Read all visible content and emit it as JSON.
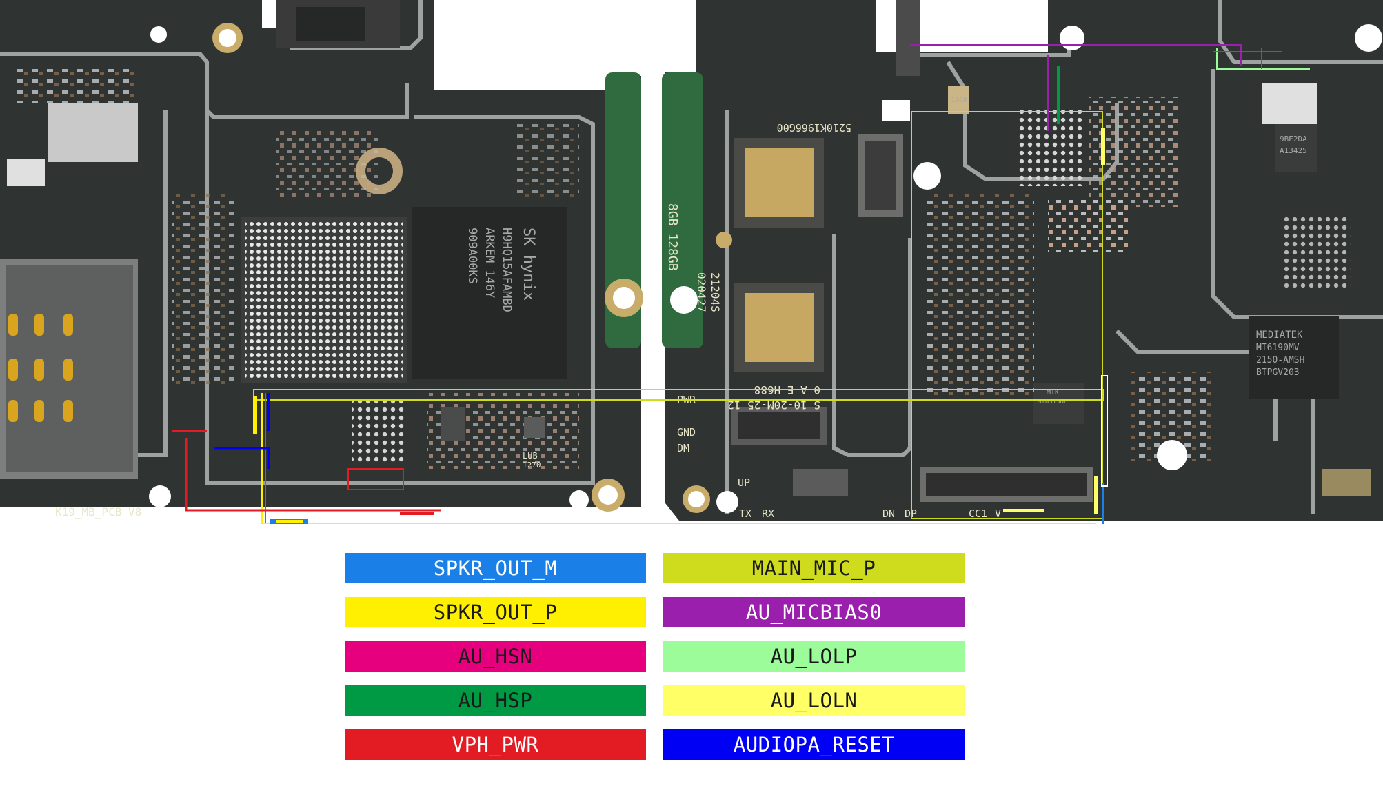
{
  "legend": {
    "items": [
      {
        "label": "SPKR_OUT_M",
        "color": "#1a7fe6",
        "text_color": "#ffffff",
        "col": 0,
        "row": 0
      },
      {
        "label": "SPKR_OUT_P",
        "color": "#ffef00",
        "text_color": "#1a1a1a",
        "col": 0,
        "row": 1
      },
      {
        "label": "AU_HSN",
        "color": "#e6007e",
        "text_color": "#1a1a1a",
        "col": 0,
        "row": 2
      },
      {
        "label": "AU_HSP",
        "color": "#009a44",
        "text_color": "#1a1a1a",
        "col": 0,
        "row": 3
      },
      {
        "label": "VPH_PWR",
        "color": "#e31b23",
        "text_color": "#ffffff",
        "col": 0,
        "row": 4
      },
      {
        "label": "MAIN_MIC_P",
        "color": "#cfdc1d",
        "text_color": "#1a1a1a",
        "col": 1,
        "row": 0
      },
      {
        "label": "AU_MICBIAS0",
        "color": "#9b1fad",
        "text_color": "#ffffff",
        "col": 1,
        "row": 1
      },
      {
        "label": "AU_LOLP",
        "color": "#9dfc9a",
        "text_color": "#1a1a1a",
        "col": 1,
        "row": 2
      },
      {
        "label": "AU_LOLN",
        "color": "#ffff66",
        "text_color": "#1a1a1a",
        "col": 1,
        "row": 3
      },
      {
        "label": "AUDIOPA_RESET",
        "color": "#0000f5",
        "text_color": "#ffffff",
        "col": 1,
        "row": 4
      }
    ]
  },
  "board": {
    "left_silkscreen": "K19_MB_PCB V8",
    "memory_brand": "SK hynix",
    "memory_part": "H9HQ15AFAMBD",
    "memory_line2": "ARKEM 146Y",
    "memory_line3": "909A00KS",
    "capacity_mark": "8GB 128GB",
    "date_code_1": "21204S",
    "date_code_2": "020427",
    "board_code": "5210K1966G00",
    "mirror_code_1": "0-A E H688",
    "mirror_code_2": "S 10-20M-25 12",
    "soc_brand": "MEDIATEK",
    "soc_part": "MT6190MV",
    "soc_line2": "2150-AMSH",
    "soc_line3": "BTPGV203",
    "pmic_brand": "MTK",
    "pmic_part": "MT6315NP",
    "rf_part": "9BE2DA",
    "rf_code": "A13425",
    "pads": {
      "pwr": "PWR",
      "gnd": "GND",
      "dm": "DM",
      "up": "UP",
      "tx": "TX",
      "rx": "RX",
      "dn": "DN",
      "dp": "DP",
      "cc1": "CC1",
      "v": "V"
    },
    "crystal_code": "1260",
    "chip_lub": "LUB",
    "chip_lub_code": "1270"
  }
}
